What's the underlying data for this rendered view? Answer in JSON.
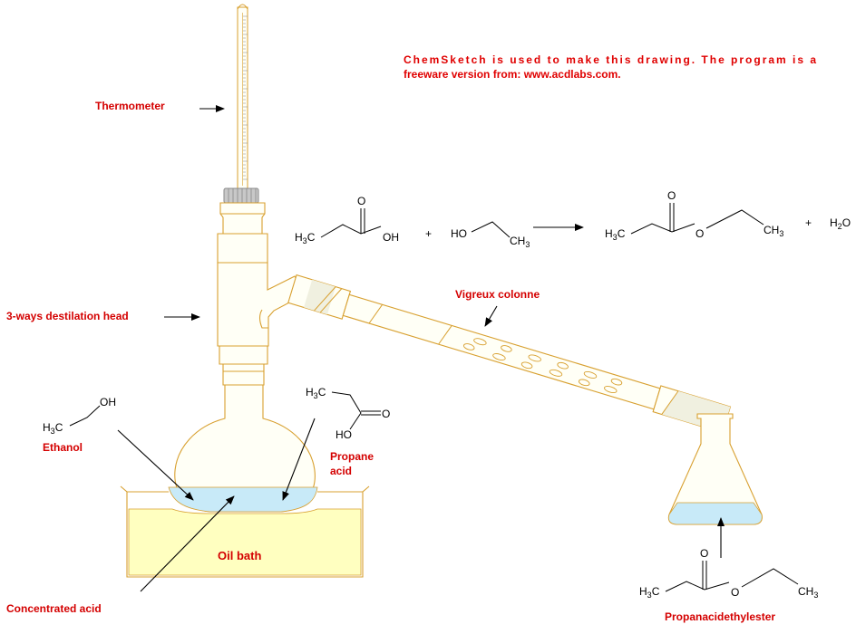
{
  "note": {
    "line1": "ChemSketch is used to make this drawing. The program is a",
    "line2": "freeware version from: www.acdlabs.com."
  },
  "labels": {
    "thermometer": "Thermometer",
    "distillation_head": "3-ways destilation head",
    "vigreux": "Vigreux colonne",
    "ethanol": "Ethanol",
    "propane_acid_1": "Propane",
    "propane_acid_2": "acid",
    "oil_bath": "Oil bath",
    "concentrated_acid": "Concentrated acid",
    "product": "Propanacidethylester"
  },
  "reaction": {
    "plus1": "+",
    "plus2": "+",
    "water_h": "H",
    "water_sub": "2",
    "water_o": "O"
  },
  "chem_text": {
    "h3c": "H",
    "sub3": "3",
    "c": "C",
    "o": "O",
    "oh": "OH",
    "ho": "HO",
    "ch": "CH"
  },
  "colors": {
    "label_red": "#d40000",
    "glass_outline": "#d8a030",
    "oil_fill": "#ffffc0",
    "liquid_fill": "#c8eaf8",
    "thermometer_bulb": "#e00000"
  }
}
